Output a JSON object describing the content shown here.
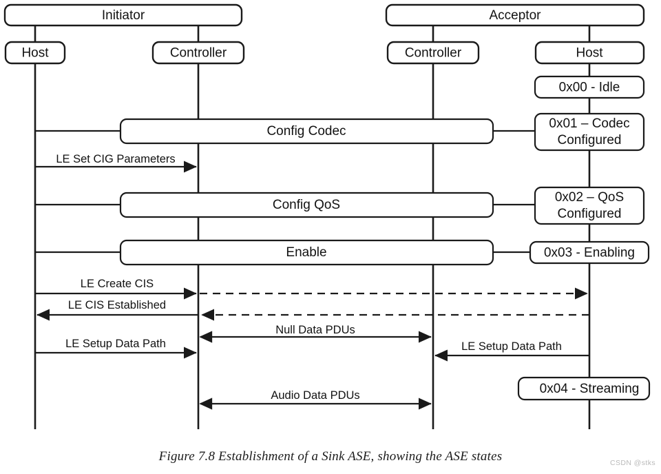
{
  "figure": {
    "caption": "Figure 7.8  Establishment of a Sink ASE, showing the ASE states",
    "watermark": "CSDN @stks"
  },
  "headers": [
    {
      "label": "Initiator"
    },
    {
      "label": "Acceptor"
    }
  ],
  "roles": [
    {
      "label": "Host"
    },
    {
      "label": "Controller"
    },
    {
      "label": "Controller"
    },
    {
      "label": "Host"
    }
  ],
  "states": [
    {
      "label": "0x00 - Idle"
    },
    {
      "label": "0x01 – Codec",
      "label2": "Configured"
    },
    {
      "label": "0x02 – QoS",
      "label2": "Configured"
    },
    {
      "label": "0x03 - Enabling"
    },
    {
      "label": "0x04 - Streaming"
    }
  ],
  "spanning_ops": [
    {
      "label": "Config Codec"
    },
    {
      "label": "Config QoS"
    },
    {
      "label": "Enable"
    }
  ],
  "messages": [
    {
      "label": "LE Set CIG Parameters"
    },
    {
      "label": "LE Create CIS"
    },
    {
      "label": "LE CIS Established"
    },
    {
      "label": "Null Data PDUs"
    },
    {
      "label": "LE Setup Data Path"
    },
    {
      "label": "LE Setup Data Path"
    },
    {
      "label": "Audio Data PDUs"
    }
  ],
  "colors": {
    "stroke": "#1a1a1a",
    "text": "#121212",
    "background": "#ffffff",
    "watermark": "#b9b9b9"
  }
}
